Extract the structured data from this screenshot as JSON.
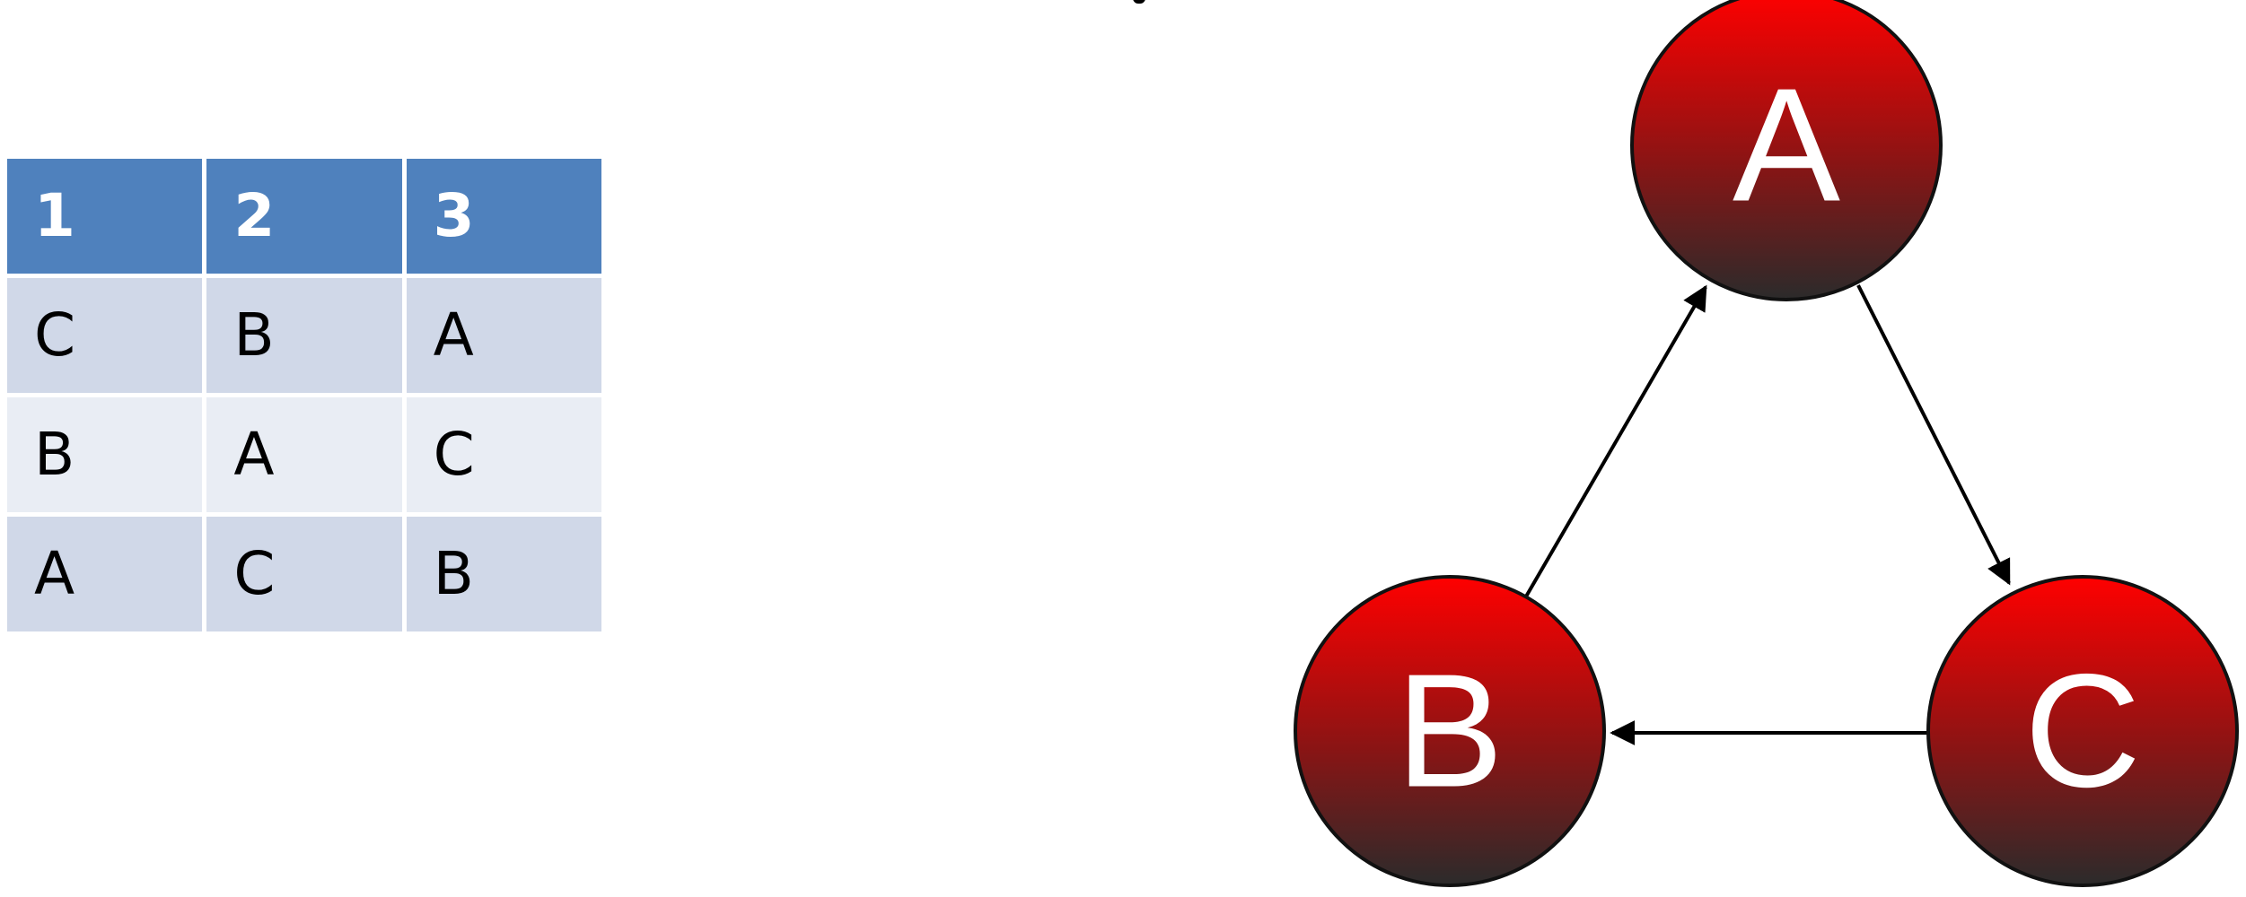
{
  "table": {
    "headers": [
      "1",
      "2",
      "3"
    ],
    "rows": [
      [
        "C",
        "B",
        "A"
      ],
      [
        "B",
        "A",
        "C"
      ],
      [
        "A",
        "C",
        "B"
      ]
    ]
  },
  "diagram": {
    "nodes": [
      {
        "id": "A",
        "label": "A"
      },
      {
        "id": "B",
        "label": "B"
      },
      {
        "id": "C",
        "label": "C"
      }
    ],
    "edges": [
      {
        "from": "A",
        "to": "C"
      },
      {
        "from": "C",
        "to": "B"
      },
      {
        "from": "B",
        "to": "A"
      }
    ],
    "colors": {
      "node_top": "#ff0000",
      "node_mid": "#8b1414",
      "node_bottom": "#2b2b2b",
      "header_fill": "#4f81bd",
      "row_dark": "#d0d8e8",
      "row_light": "#e9edf4"
    }
  }
}
